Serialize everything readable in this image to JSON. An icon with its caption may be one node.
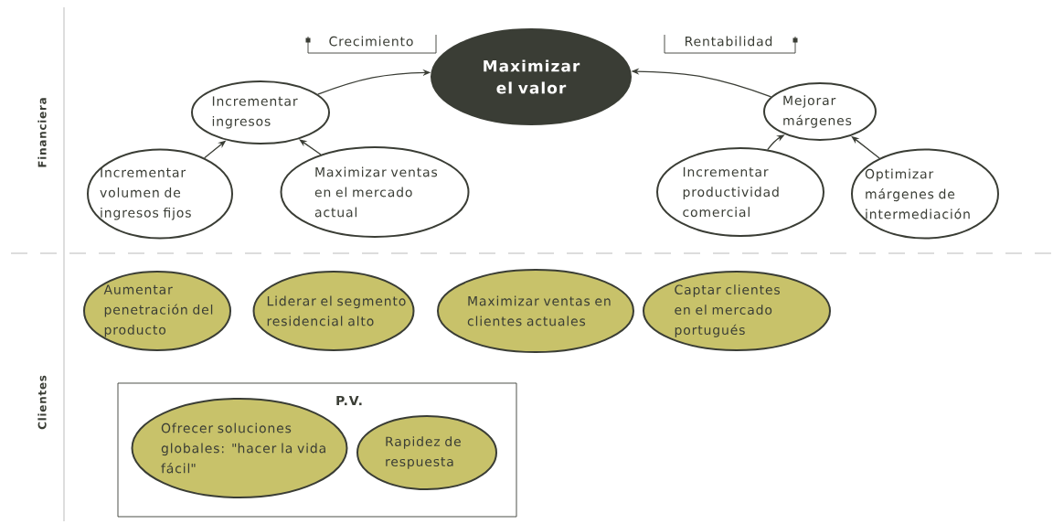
{
  "diagram": {
    "nodes": [
      {
        "text": [
          "Maximizar el valor"
        ]
      },
      {
        "text": [
          "Incrementar ingresos"
        ]
      },
      {
        "text": [
          "Mejorar márgenes"
        ]
      },
      {
        "text": [
          "Incrementar volumen de ingresos fijos"
        ]
      },
      {
        "text": [
          "Maximizar ventas en el mercado actual"
        ]
      },
      {
        "text": [
          "Incrementar productividad comercial"
        ]
      },
      {
        "text": [
          "Optimizar márgenes de intermediación"
        ]
      },
      {
        "text": [
          "Aumentar penetración del producto"
        ]
      },
      {
        "text": [
          "Liderar el segmento residencial alto"
        ]
      },
      {
        "text": [
          "Maximizar ventas en clientes actuales"
        ]
      },
      {
        "text": [
          "Captar clientes en el mercado portugués"
        ]
      },
      {
        "text": [
          "P.V."
        ]
      },
      {
        "text": [
          "Ofrecer soluciones globales: \"hacer la vida fácil\""
        ],
        "in": 11
      },
      {
        "text": [
          "Rapidez de respuesta"
        ],
        "in": 11
      }
    ],
    "edges": [
      {
        "from": 1,
        "to": 0,
        "arrow": "to"
      },
      {
        "from": 2,
        "to": 0,
        "arrow": "to"
      },
      {
        "from": 3,
        "to": 1,
        "arrow": "to"
      },
      {
        "from": 4,
        "to": 1,
        "arrow": "to"
      },
      {
        "from": 5,
        "to": 2,
        "arrow": "to"
      },
      {
        "from": 6,
        "to": 2,
        "arrow": "to"
      }
    ],
    "labels": [
      "Crecimiento",
      "Rentabilidad",
      "Financiera",
      "Clientes"
    ]
  }
}
